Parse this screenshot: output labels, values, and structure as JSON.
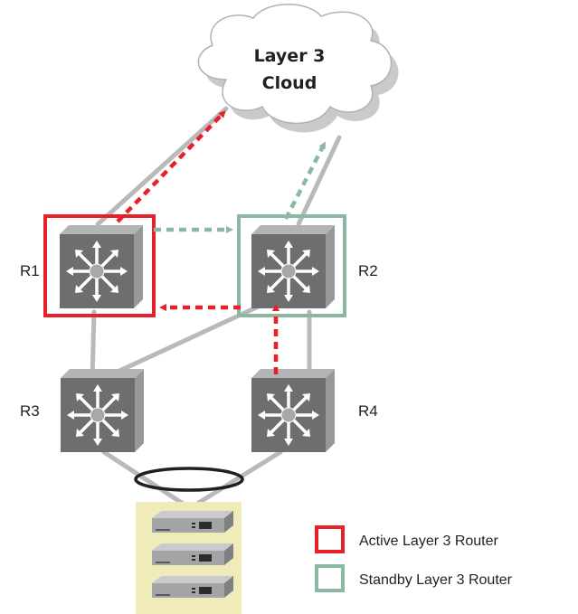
{
  "cloud": {
    "line1": "Layer 3",
    "line2": "Cloud"
  },
  "routers": {
    "r1": "R1",
    "r2": "R2",
    "r3": "R3",
    "r4": "R4"
  },
  "legend": {
    "active": {
      "label": "Active Layer 3 Router",
      "color": "#e8202a"
    },
    "standby": {
      "label": "Standby Layer 3 Router",
      "color": "#8ab8a0"
    }
  },
  "colors": {
    "link": "#b9b9b9",
    "switch_front": "#6d6e70",
    "switch_side": "#97989a",
    "switch_top": "#b3b4b6",
    "server_bg": "#efecba",
    "active_flow": "#e8202a",
    "standby_flow": "#8ab8a0"
  }
}
